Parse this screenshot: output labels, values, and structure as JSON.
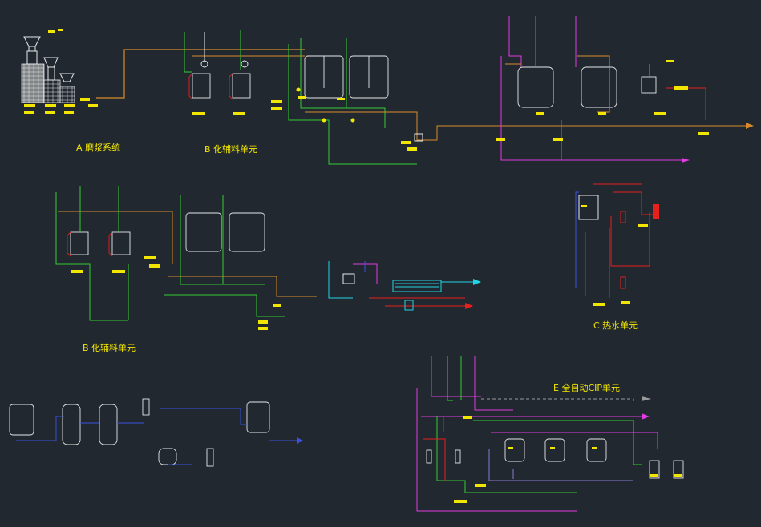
{
  "drawing": {
    "background": "#212830",
    "colors": {
      "orange": "#d98a2b",
      "green": "#33cc33",
      "magenta": "#e13be1",
      "red": "#e8201c",
      "blue": "#3a52e0",
      "cyan": "#22d3e6",
      "yellow": "#f2e600",
      "white": "#e8e8e8",
      "grey": "#9a9a9a"
    }
  },
  "sections": {
    "a_label": "A 磨浆系统",
    "b_label_top": "B 化辅料单元",
    "b_label_bottom": "B 化辅料单元",
    "c_label": "C 热水单元",
    "e_label": "E 全自动CIP单元"
  }
}
